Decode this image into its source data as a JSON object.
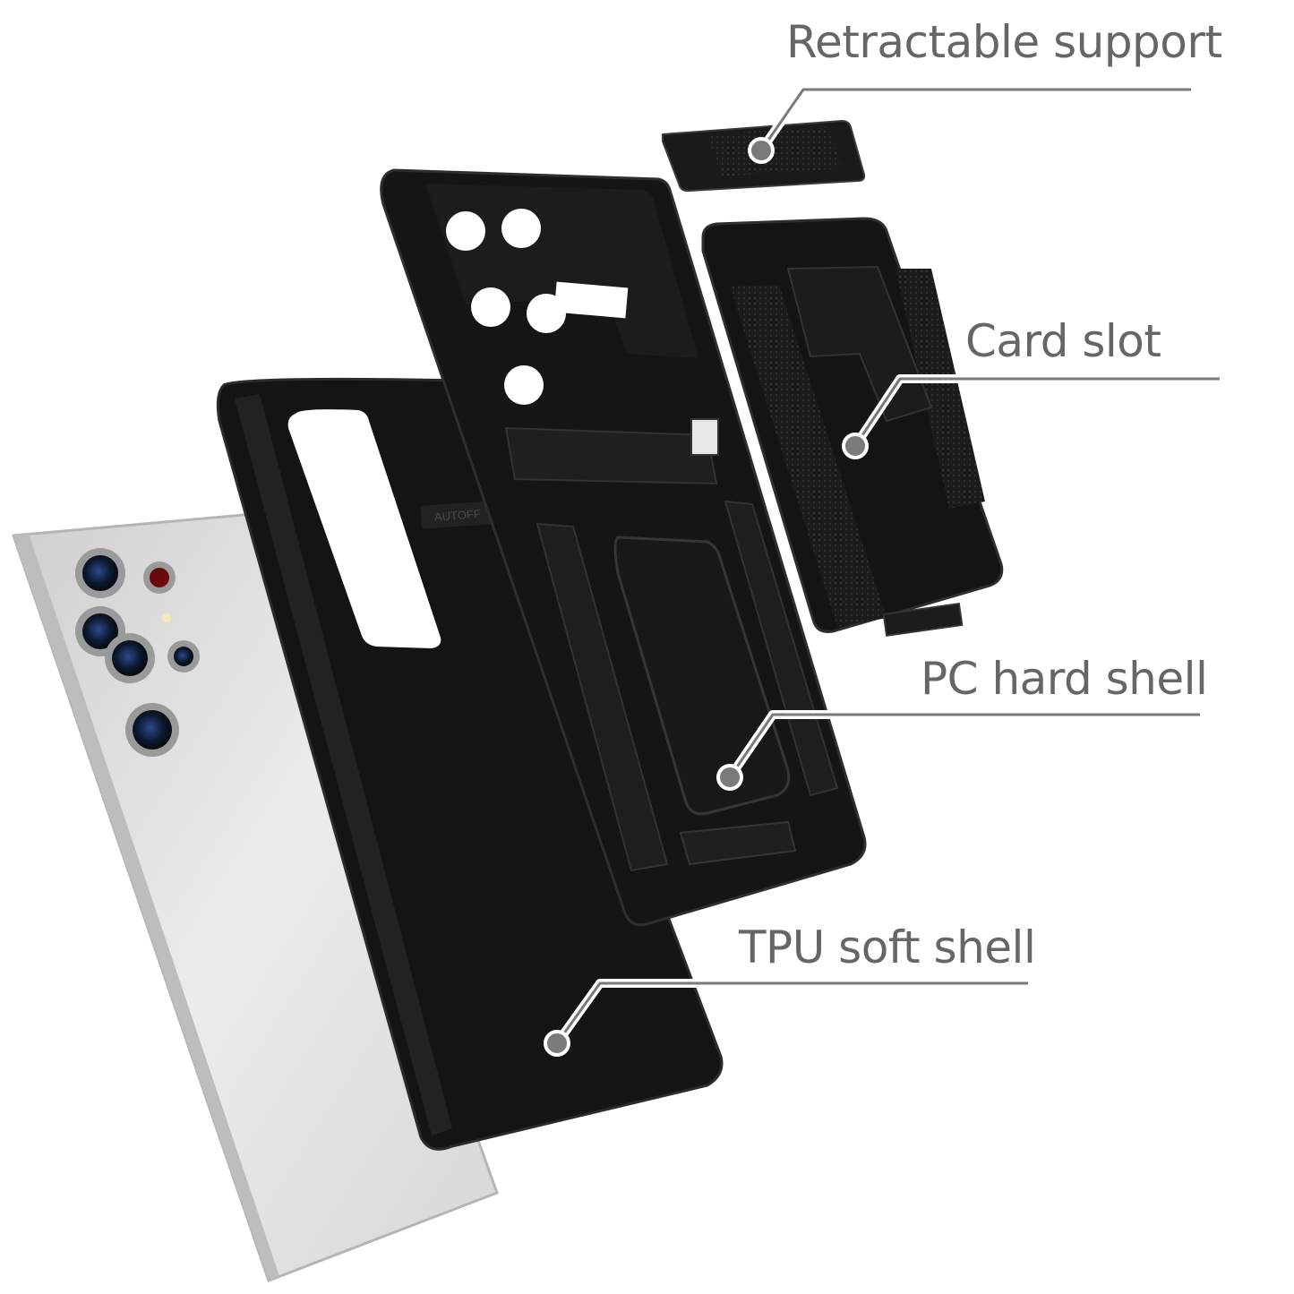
{
  "palette": {
    "label": "#666666",
    "leader": "#777777",
    "case_black": "#151515",
    "case_edge": "#2a2a2a",
    "phone_silver": "#d9d9d9"
  },
  "callouts": [
    {
      "id": "retractable-support",
      "label": "Retractable support"
    },
    {
      "id": "card-slot",
      "label": "Card slot"
    },
    {
      "id": "pc-hard-shell",
      "label": "PC hard shell"
    },
    {
      "id": "tpu-soft-shell",
      "label": "TPU soft shell"
    }
  ],
  "embossed_text": "AUTOFF"
}
